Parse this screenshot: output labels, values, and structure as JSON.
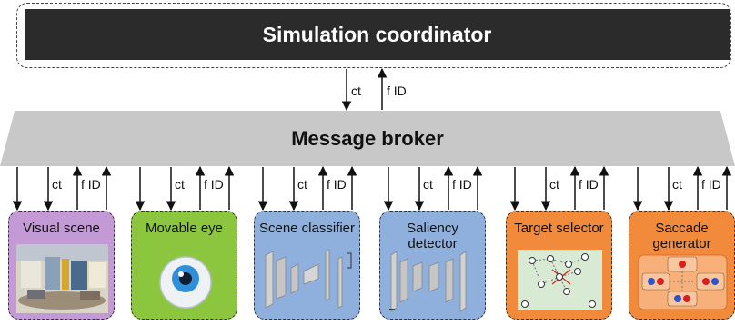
{
  "coordinator": {
    "title": "Simulation coordinator"
  },
  "top_links": {
    "down_label": "ct",
    "up_label": "f ID"
  },
  "broker": {
    "title": "Message broker"
  },
  "link_labels": {
    "ct": "ct",
    "fid": "f ID"
  },
  "modules": [
    {
      "title": "Visual scene",
      "color": "#c49ad6"
    },
    {
      "title": "Movable eye",
      "color": "#8cc63f"
    },
    {
      "title": "Scene classifier",
      "color": "#8fb0dd"
    },
    {
      "title": "Saliency detector",
      "color": "#8fb0dd"
    },
    {
      "title": "Target selector",
      "color": "#f28a3c"
    },
    {
      "title": "Saccade generator",
      "title_line1": "Saccade",
      "title_line2": "generator",
      "color": "#f28a3c"
    }
  ],
  "colors": {
    "coordinator_bar": "#2b2b2b",
    "broker_bar": "#c8c8c8",
    "arrow": "#111111"
  }
}
